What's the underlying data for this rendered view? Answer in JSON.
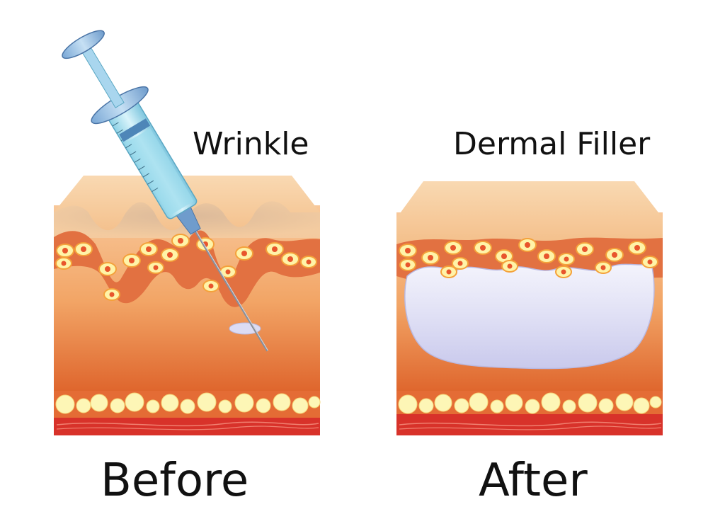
{
  "labels": {
    "wrinkle": "Wrinkle",
    "dermal_filler": "Dermal Filler",
    "before": "Before",
    "after": "After"
  },
  "colors": {
    "epidermis": "#f6cfa0",
    "dermis_top": "#f5b884",
    "dermis_bottom": "#dd5f1f",
    "cell_layer": "#e27141",
    "cell_fill": "#fff3a8",
    "cell_ring": "#f4a13a",
    "cell_nucleus": "#e8552c",
    "fat_band": "#e46c35",
    "fat_globule": "#fdf6b6",
    "muscle": "#d8322a",
    "filler": "#dcdcf4",
    "syringe_barrel": "#b9e7f3",
    "syringe_plunger": "#8fc4e6"
  },
  "icons": [
    "syringe-icon"
  ]
}
